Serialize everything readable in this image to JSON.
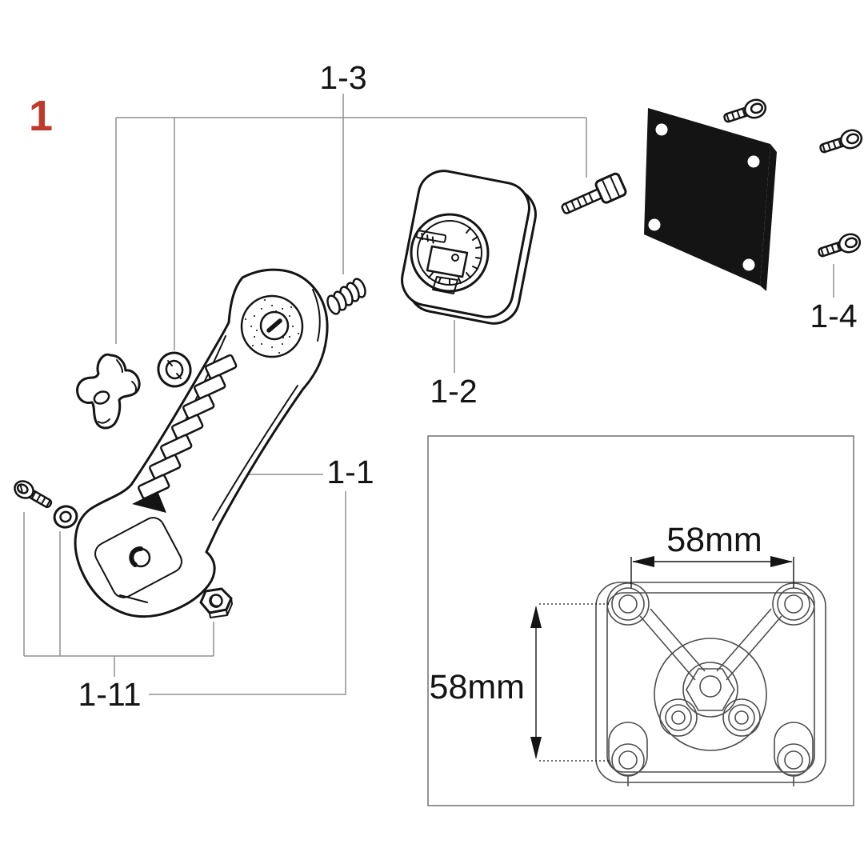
{
  "figure": {
    "number": "1"
  },
  "callouts": {
    "c1_1": "1-1",
    "c1_2": "1-2",
    "c1_3": "1-3",
    "c1_4": "1-4",
    "c1_11": "1-11"
  },
  "detail_view": {
    "width_dimension": "58mm",
    "height_dimension": "58mm"
  },
  "colors": {
    "figure_number_red": "#c03a2b",
    "leader_gray": "#8f8f8f",
    "ink": "#141414",
    "detail_line_gray": "#4d4d4d"
  }
}
